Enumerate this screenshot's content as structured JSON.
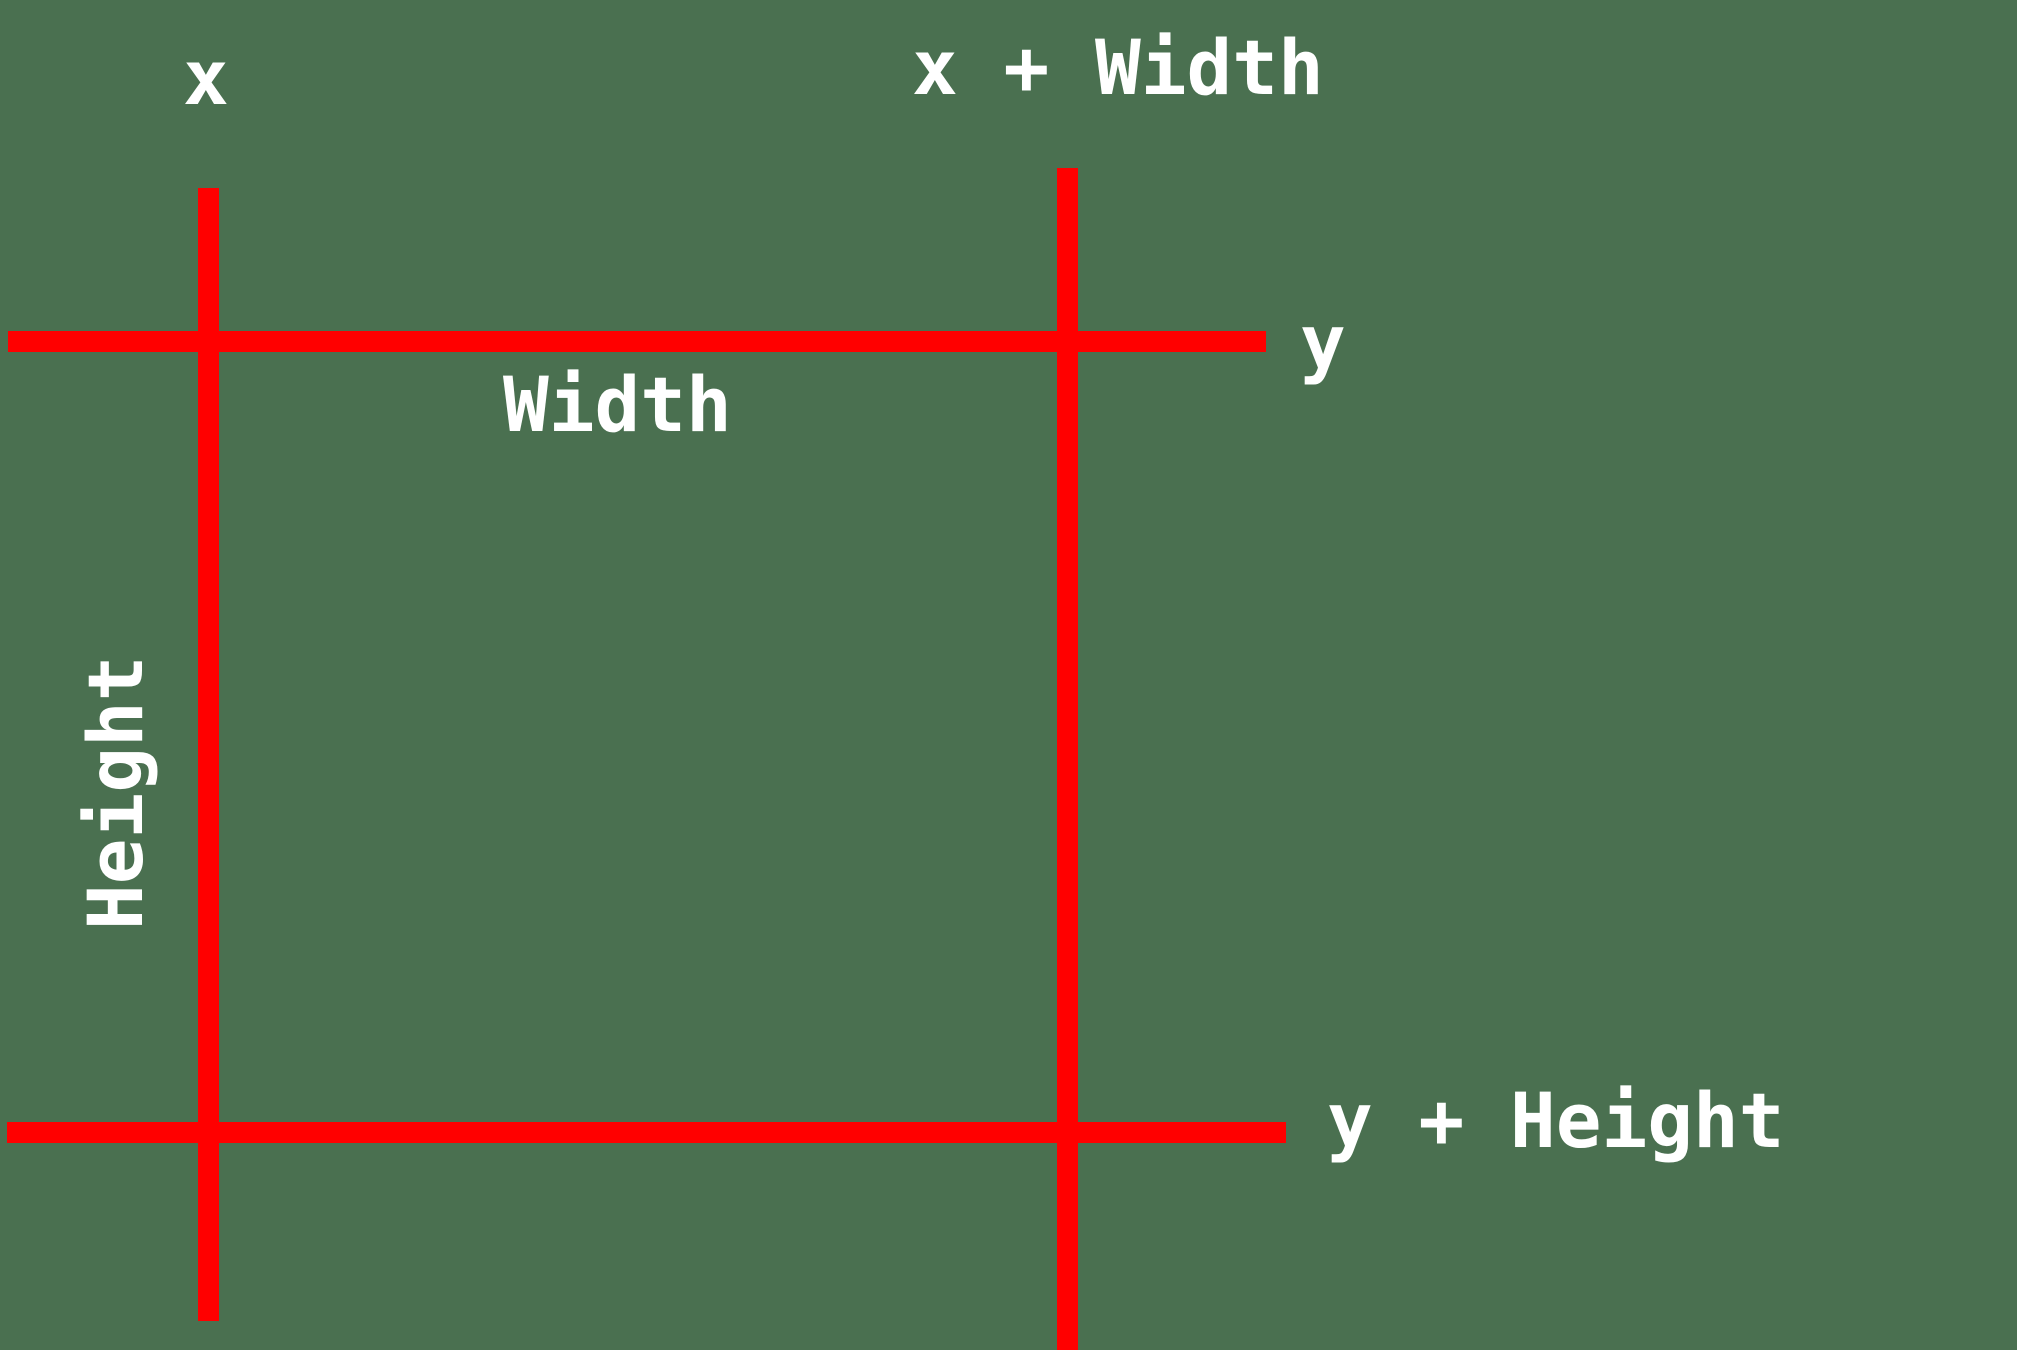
{
  "diagram": {
    "title": "Rectangle coordinate annotation diagram",
    "background_color": "#4A7050",
    "line_color": "#FF0000",
    "text_color": "#FFFFFF",
    "labels": {
      "x": "x",
      "x_plus_width": "x + Width",
      "width": "Width",
      "y": "y",
      "y_plus_height": "y + Height",
      "height": "Height"
    },
    "lines": [
      {
        "name": "left-vertical",
        "orientation": "vertical",
        "thickness_px": 21
      },
      {
        "name": "right-vertical",
        "orientation": "vertical",
        "thickness_px": 21
      },
      {
        "name": "top-horizontal",
        "orientation": "horizontal",
        "thickness_px": 21
      },
      {
        "name": "bottom-horizontal",
        "orientation": "horizontal",
        "thickness_px": 21
      }
    ]
  }
}
